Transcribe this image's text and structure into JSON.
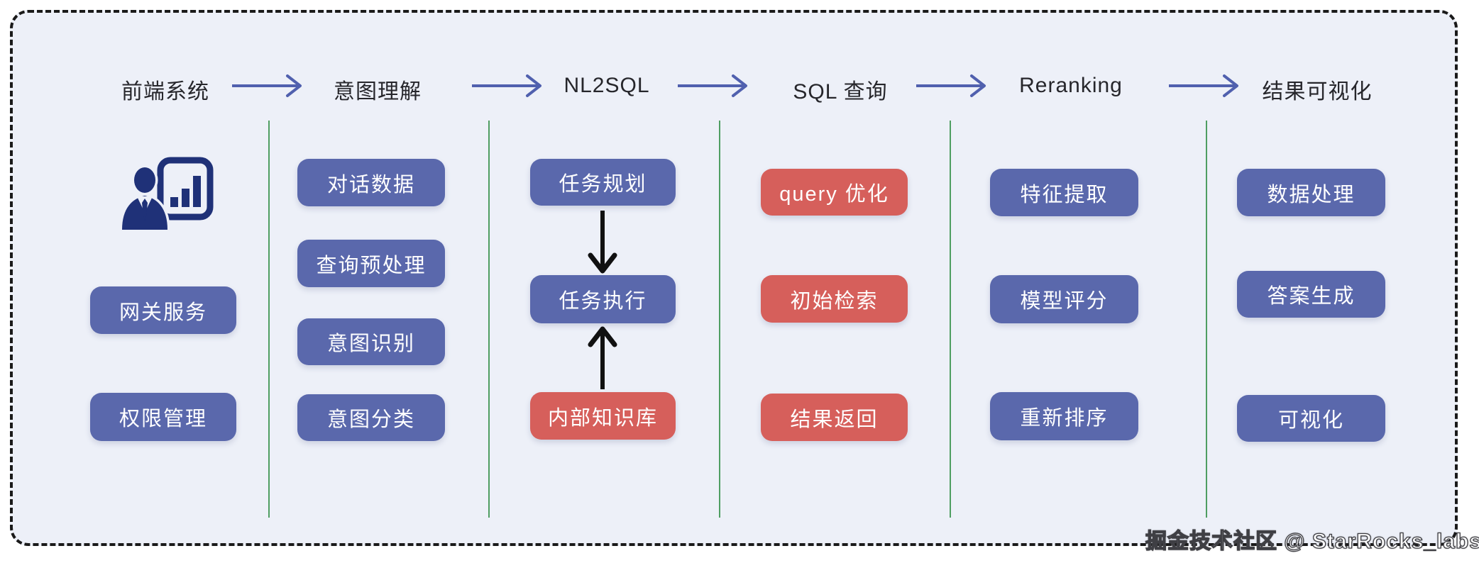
{
  "title": "NL2SQL pipeline flow diagram",
  "colors": {
    "background": "#edf0f8",
    "frame_border": "#1a1a1a",
    "box_blue": "#5a68ac",
    "box_red": "#d65f5b",
    "divider_green": "#4f9e62",
    "header_arrow_blue": "#5060ae",
    "flow_arrow_black": "#111111",
    "icon_navy": "#1f3178",
    "header_text": "#26262b",
    "box_text": "#ffffff"
  },
  "icons": {
    "presenter": "presenter-chart-icon"
  },
  "stages": [
    {
      "label": "前端系统",
      "items": [
        {
          "label": "网关服务"
        },
        {
          "label": "权限管理"
        }
      ]
    },
    {
      "label": "意图理解",
      "items": [
        {
          "label": "对话数据"
        },
        {
          "label": "查询预处理"
        },
        {
          "label": "意图识别"
        },
        {
          "label": "意图分类"
        }
      ]
    },
    {
      "label": "NL2SQL",
      "items": [
        {
          "label": "任务规划"
        },
        {
          "label": "任务执行"
        },
        {
          "label": "内部知识库"
        }
      ]
    },
    {
      "label": "SQL 查询",
      "items": [
        {
          "label": "query 优化"
        },
        {
          "label": "初始检索"
        },
        {
          "label": "结果返回"
        }
      ]
    },
    {
      "label": "Reranking",
      "items": [
        {
          "label": "特征提取"
        },
        {
          "label": "模型评分"
        },
        {
          "label": "重新排序"
        }
      ]
    },
    {
      "label": "结果可视化",
      "items": [
        {
          "label": "数据处理"
        },
        {
          "label": "答案生成"
        },
        {
          "label": "可视化"
        }
      ]
    }
  ],
  "watermark": "掘金技术社区 @ StarRocks_labs"
}
